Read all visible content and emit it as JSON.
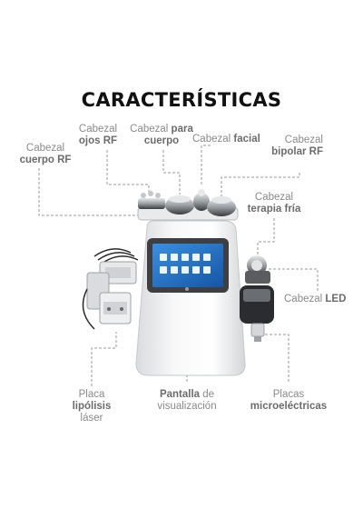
{
  "title": "CARACTERÍSTICAS",
  "labels": {
    "ojos": {
      "l1a": "Cabezal",
      "l1b": "",
      "l2a": "",
      "l2b": "ojos RF"
    },
    "cuerpo_rf": {
      "l1a": "Cabezal",
      "l1b": "",
      "l2a": "",
      "l2b": "cuerpo RF"
    },
    "para_cuerpo": {
      "l1a": "Cabezal",
      "l1b": "para",
      "l2a": "",
      "l2b": "cuerpo"
    },
    "facial": {
      "l1a": "Cabezal",
      "l1b": "facial",
      "l2a": "",
      "l2b": ""
    },
    "bipolar": {
      "l1a": "Cabezal",
      "l1b": "",
      "l2a": "",
      "l2b": "bipolar RF"
    },
    "fria": {
      "l1a": "Cabezal",
      "l1b": "",
      "l2a": "",
      "l2b": "terapia fría"
    },
    "led": {
      "l1a": "Cabezal",
      "l1b": "LED",
      "l2a": "",
      "l2b": ""
    },
    "lipolisis": {
      "l1a": "Placa",
      "l1b": "",
      "l2a": "",
      "l2b": "lipólisis",
      "l3": "láser"
    },
    "pantalla": {
      "l1a": "",
      "l1b": "Pantalla",
      "l1c": "de",
      "l2a": "visualización",
      "l2b": ""
    },
    "micro": {
      "l1a": "Placas",
      "l1b": "",
      "l2a": "",
      "l2b": "microeléctricas"
    }
  },
  "colors": {
    "title": "#111111",
    "label": "#8a8a8a",
    "label_bold": "#6c6c6c",
    "leader": "#9a9a9a",
    "screen": "#1e6fc4"
  },
  "icons": [
    "machine-body",
    "touch-screen",
    "rf-handpiece",
    "laser-pad",
    "led-handpiece"
  ]
}
